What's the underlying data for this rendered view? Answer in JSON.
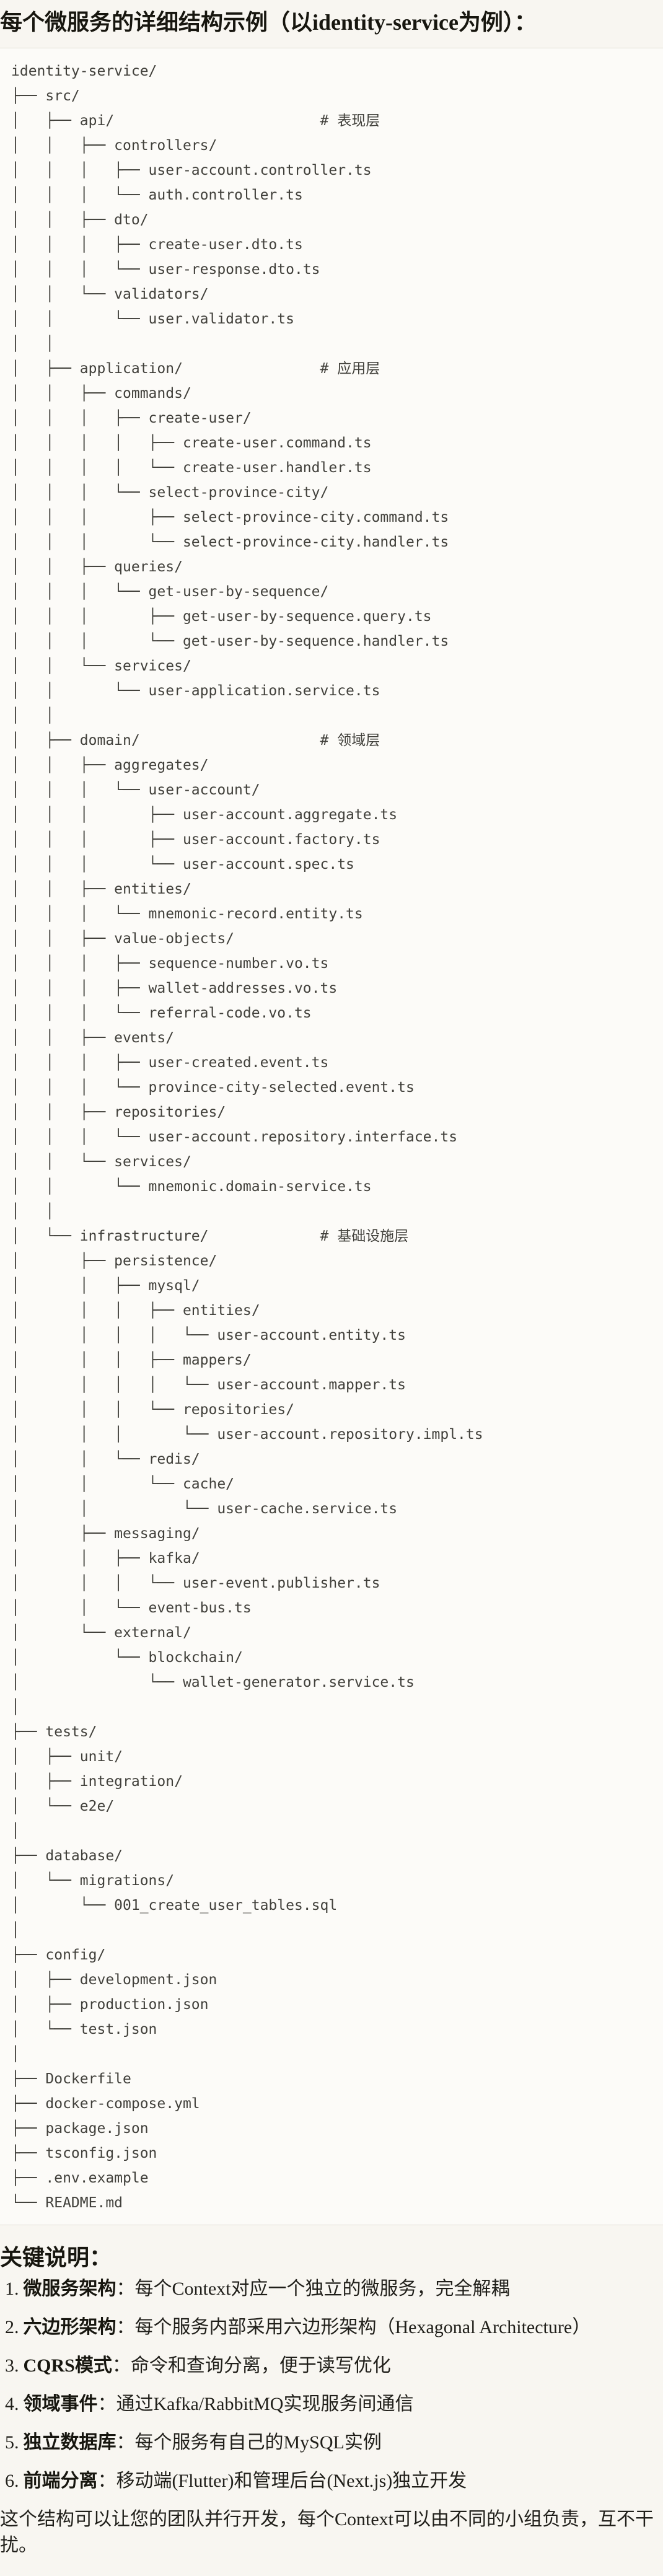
{
  "title": "每个微服务的详细结构示例（以identity-service为例）：",
  "tree": {
    "lines": [
      "identity-service/",
      "├── src/",
      "│   ├── api/                        # 表现层",
      "│   │   ├── controllers/",
      "│   │   │   ├── user-account.controller.ts",
      "│   │   │   └── auth.controller.ts",
      "│   │   ├── dto/",
      "│   │   │   ├── create-user.dto.ts",
      "│   │   │   └── user-response.dto.ts",
      "│   │   └── validators/",
      "│   │       └── user.validator.ts",
      "│   │",
      "│   ├── application/                # 应用层",
      "│   │   ├── commands/",
      "│   │   │   ├── create-user/",
      "│   │   │   │   ├── create-user.command.ts",
      "│   │   │   │   └── create-user.handler.ts",
      "│   │   │   └── select-province-city/",
      "│   │   │       ├── select-province-city.command.ts",
      "│   │   │       └── select-province-city.handler.ts",
      "│   │   ├── queries/",
      "│   │   │   └── get-user-by-sequence/",
      "│   │   │       ├── get-user-by-sequence.query.ts",
      "│   │   │       └── get-user-by-sequence.handler.ts",
      "│   │   └── services/",
      "│   │       └── user-application.service.ts",
      "│   │",
      "│   ├── domain/                     # 领域层",
      "│   │   ├── aggregates/",
      "│   │   │   └── user-account/",
      "│   │   │       ├── user-account.aggregate.ts",
      "│   │   │       ├── user-account.factory.ts",
      "│   │   │       └── user-account.spec.ts",
      "│   │   ├── entities/",
      "│   │   │   └── mnemonic-record.entity.ts",
      "│   │   ├── value-objects/",
      "│   │   │   ├── sequence-number.vo.ts",
      "│   │   │   ├── wallet-addresses.vo.ts",
      "│   │   │   └── referral-code.vo.ts",
      "│   │   ├── events/",
      "│   │   │   ├── user-created.event.ts",
      "│   │   │   └── province-city-selected.event.ts",
      "│   │   ├── repositories/",
      "│   │   │   └── user-account.repository.interface.ts",
      "│   │   └── services/",
      "│   │       └── mnemonic.domain-service.ts",
      "│   │",
      "│   └── infrastructure/             # 基础设施层",
      "│       ├── persistence/",
      "│       │   ├── mysql/",
      "│       │   │   ├── entities/",
      "│       │   │   │   └── user-account.entity.ts",
      "│       │   │   ├── mappers/",
      "│       │   │   │   └── user-account.mapper.ts",
      "│       │   │   └── repositories/",
      "│       │   │       └── user-account.repository.impl.ts",
      "│       │   └── redis/",
      "│       │       └── cache/",
      "│       │           └── user-cache.service.ts",
      "│       ├── messaging/",
      "│       │   ├── kafka/",
      "│       │   │   └── user-event.publisher.ts",
      "│       │   └── event-bus.ts",
      "│       └── external/",
      "│           └── blockchain/",
      "│               └── wallet-generator.service.ts",
      "│",
      "├── tests/",
      "│   ├── unit/",
      "│   ├── integration/",
      "│   └── e2e/",
      "│",
      "├── database/",
      "│   └── migrations/",
      "│       └── 001_create_user_tables.sql",
      "│",
      "├── config/",
      "│   ├── development.json",
      "│   ├── production.json",
      "│   └── test.json",
      "│",
      "├── Dockerfile",
      "├── docker-compose.yml",
      "├── package.json",
      "├── tsconfig.json",
      "├── .env.example",
      "└── README.md"
    ]
  },
  "notes": {
    "heading": "关键说明：",
    "items": [
      {
        "num": "1.",
        "term": "微服务架构",
        "desc": "：每个Context对应一个独立的微服务，完全解耦"
      },
      {
        "num": "2.",
        "term": "六边形架构",
        "desc": "：每个服务内部采用六边形架构（Hexagonal Architecture）"
      },
      {
        "num": "3.",
        "term": "CQRS模式",
        "desc": "：命令和查询分离，便于读写优化"
      },
      {
        "num": "4.",
        "term": "领域事件",
        "desc": "：通过Kafka/RabbitMQ实现服务间通信"
      },
      {
        "num": "5.",
        "term": "独立数据库",
        "desc": "：每个服务有自己的MySQL实例"
      },
      {
        "num": "6.",
        "term": "前端分离",
        "desc": "：移动端(Flutter)和管理后台(Next.js)独立开发"
      }
    ],
    "footer": "这个结构可以让您的团队并行开发，每个Context可以由不同的小组负责，互不干扰。"
  }
}
